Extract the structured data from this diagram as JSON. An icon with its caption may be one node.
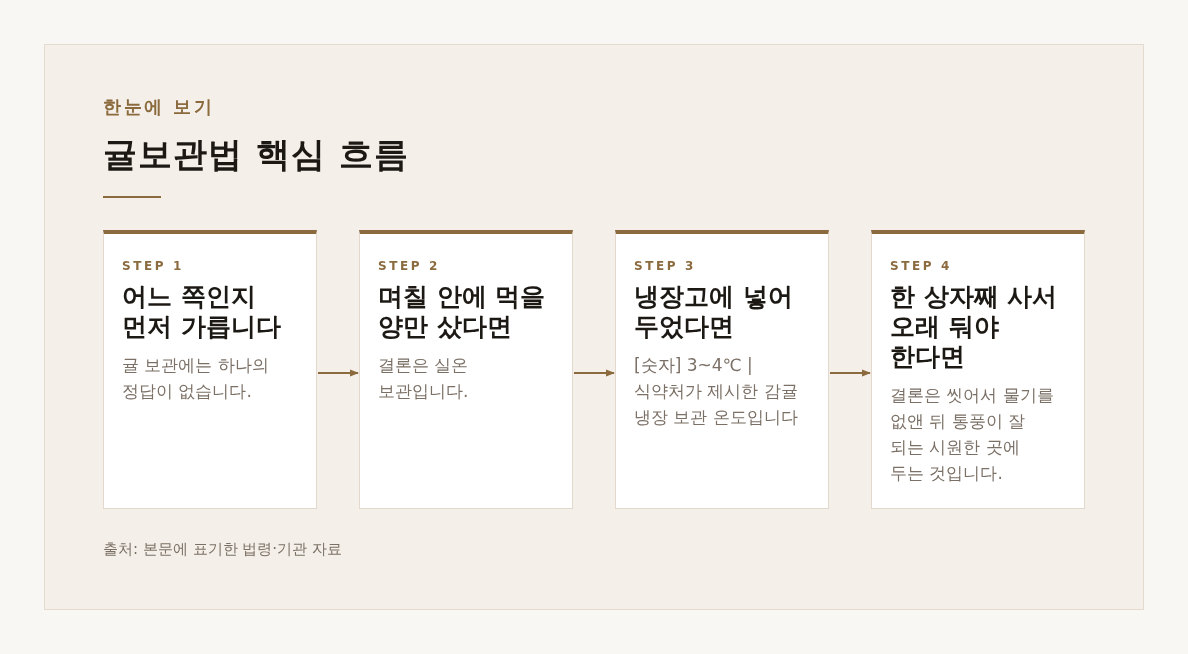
{
  "diagram": {
    "title": "귤보관법 핵심 흐름",
    "caption": "출처: 본문에 표기한 법령·기관 자료",
    "labels": [
      "한눈에 보기"
    ],
    "nodes": [
      {
        "text": [
          "STEP 1",
          "어느 쪽인지 먼저 가릅니다",
          "귤 보관에는 하나의 정답이 없습니다."
        ]
      },
      {
        "text": [
          "STEP 2",
          "며칠 안에 먹을 양만 샀다면",
          "결론은 실온 보관입니다."
        ]
      },
      {
        "text": [
          "STEP 3",
          "냉장고에 넣어 두었다면",
          "[숫자] 3~4℃ | 식약처가 제시한 감귤 냉장 보관 온도입니다"
        ]
      },
      {
        "text": [
          "STEP 4",
          "한 상자째 사서 오래 둬야 한다면",
          "결론은 씻어서 물기를 없앤 뒤 통풍이 잘 되는 시원한 곳에 두는 것입니다."
        ]
      }
    ],
    "edges": [
      {
        "from": 0,
        "to": 1,
        "arrow": "to"
      },
      {
        "from": 1,
        "to": 2,
        "arrow": "to"
      },
      {
        "from": 2,
        "to": 3,
        "arrow": "to"
      }
    ]
  }
}
